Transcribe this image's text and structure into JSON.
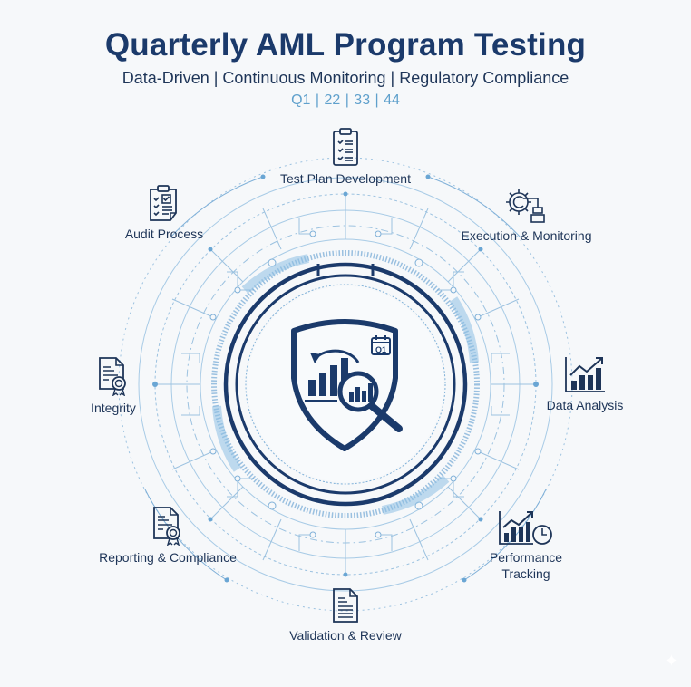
{
  "header": {
    "title": "Quarterly AML Program Testing",
    "subtitle": "Data-Driven | Continuous Monitoring | Regulatory Compliance",
    "quarters": "Q1 | 22 | 33 | 44"
  },
  "center": {
    "icon": "shield-analytics-icon",
    "calendar_label": "Q1"
  },
  "nodes": [
    {
      "id": "test-plan",
      "label": "Test Plan Development",
      "icon": "clipboard-checklist-icon"
    },
    {
      "id": "execution",
      "label": "Execution & Monitoring",
      "icon": "gear-flow-icon"
    },
    {
      "id": "data-analysis",
      "label": "Data Analysis",
      "icon": "bar-chart-trend-icon"
    },
    {
      "id": "performance",
      "label_line1": "Performance",
      "label_line2": "Tracking",
      "icon": "chart-clock-icon"
    },
    {
      "id": "validation",
      "label": "Validation & Review",
      "icon": "document-icon"
    },
    {
      "id": "reporting",
      "label": "Reporting & Compliance",
      "icon": "certificate-document-icon"
    },
    {
      "id": "integrity",
      "label": "Integrity",
      "icon": "certificate-document-icon"
    },
    {
      "id": "audit",
      "label": "Audit Process",
      "icon": "audit-clipboard-icon"
    }
  ],
  "colors": {
    "navy": "#1b3a6b",
    "text": "#1e3558",
    "accent_light": "#5fa0cc",
    "circuit": "#8bb8dc",
    "background": "#f6f8fa"
  }
}
